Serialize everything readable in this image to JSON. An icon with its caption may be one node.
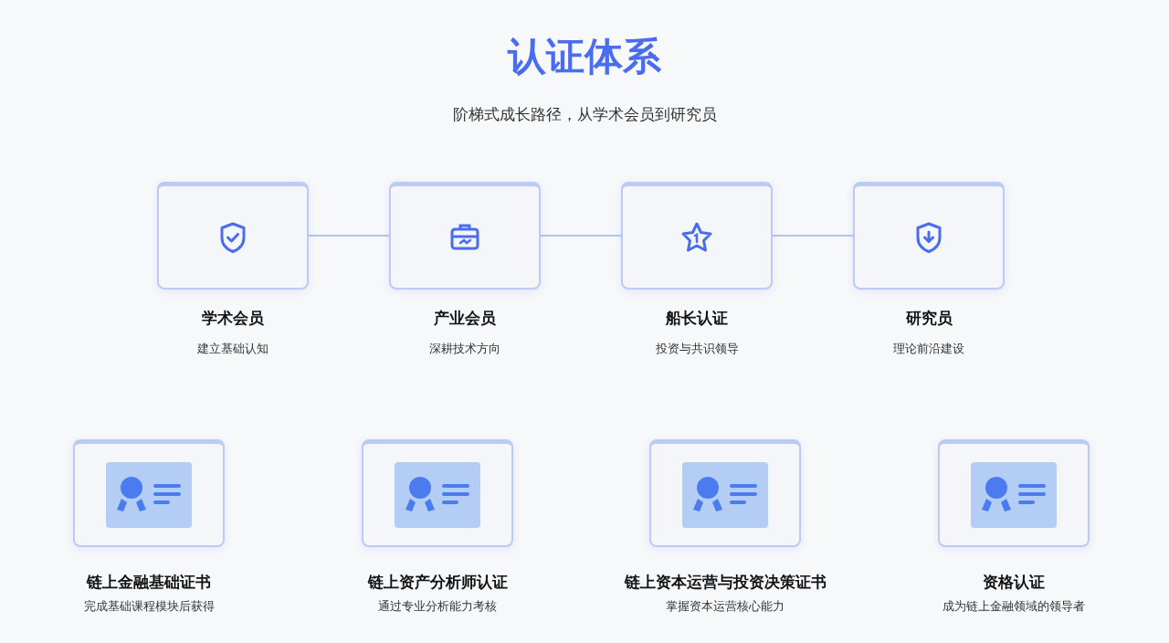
{
  "diagram": {
    "title": "认证体系",
    "nodes": [
      {
        "text": [
          "学术会员",
          "建立基础认知"
        ]
      },
      {
        "text": [
          "产业会员",
          "深耕技术方向"
        ]
      },
      {
        "text": [
          "船长认证",
          "投资与共识领导"
        ]
      },
      {
        "text": [
          "研究员",
          "理论前沿建设"
        ]
      },
      {
        "text": [
          "链上金融基础证书",
          "完成基础课程模块后获得"
        ]
      },
      {
        "text": [
          "链上资产分析师认证",
          "通过专业分析能力考核"
        ]
      },
      {
        "text": [
          "链上资本运营与投资决策证书",
          "掌握资本运营核心能力"
        ]
      },
      {
        "text": [
          "资格认证",
          "成为链上金融领域的领导者"
        ]
      }
    ],
    "edges": [
      {
        "from": 0,
        "to": 1,
        "arrow": "none"
      },
      {
        "from": 1,
        "to": 2,
        "arrow": "none"
      },
      {
        "from": 2,
        "to": 3,
        "arrow": "none"
      }
    ],
    "labels": [
      "阶梯式成长路径，从学术会员到研究员"
    ]
  }
}
